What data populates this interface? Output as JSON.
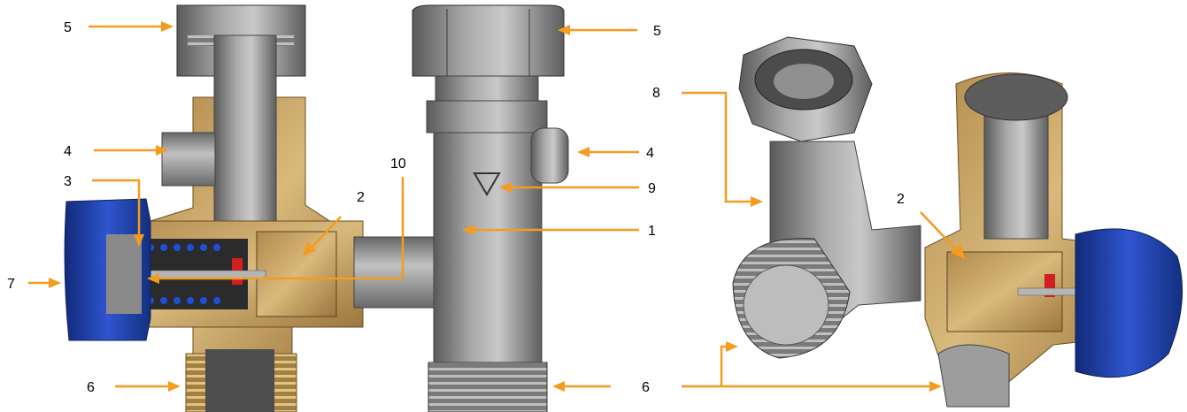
{
  "labels": {
    "l1": "1",
    "l2a": "2",
    "l2b": "2",
    "l3": "3",
    "l4a": "4",
    "l4b": "4",
    "l5a": "5",
    "l5b": "5",
    "l6a": "6",
    "l6b": "6",
    "l7": "7",
    "l8": "8",
    "l9": "9",
    "l10": "10"
  },
  "colors": {
    "arrow": "#f59b1e",
    "brass": "#c9a468",
    "steel": "#8e8e8e",
    "cap_blue": "#1f3fa8"
  }
}
